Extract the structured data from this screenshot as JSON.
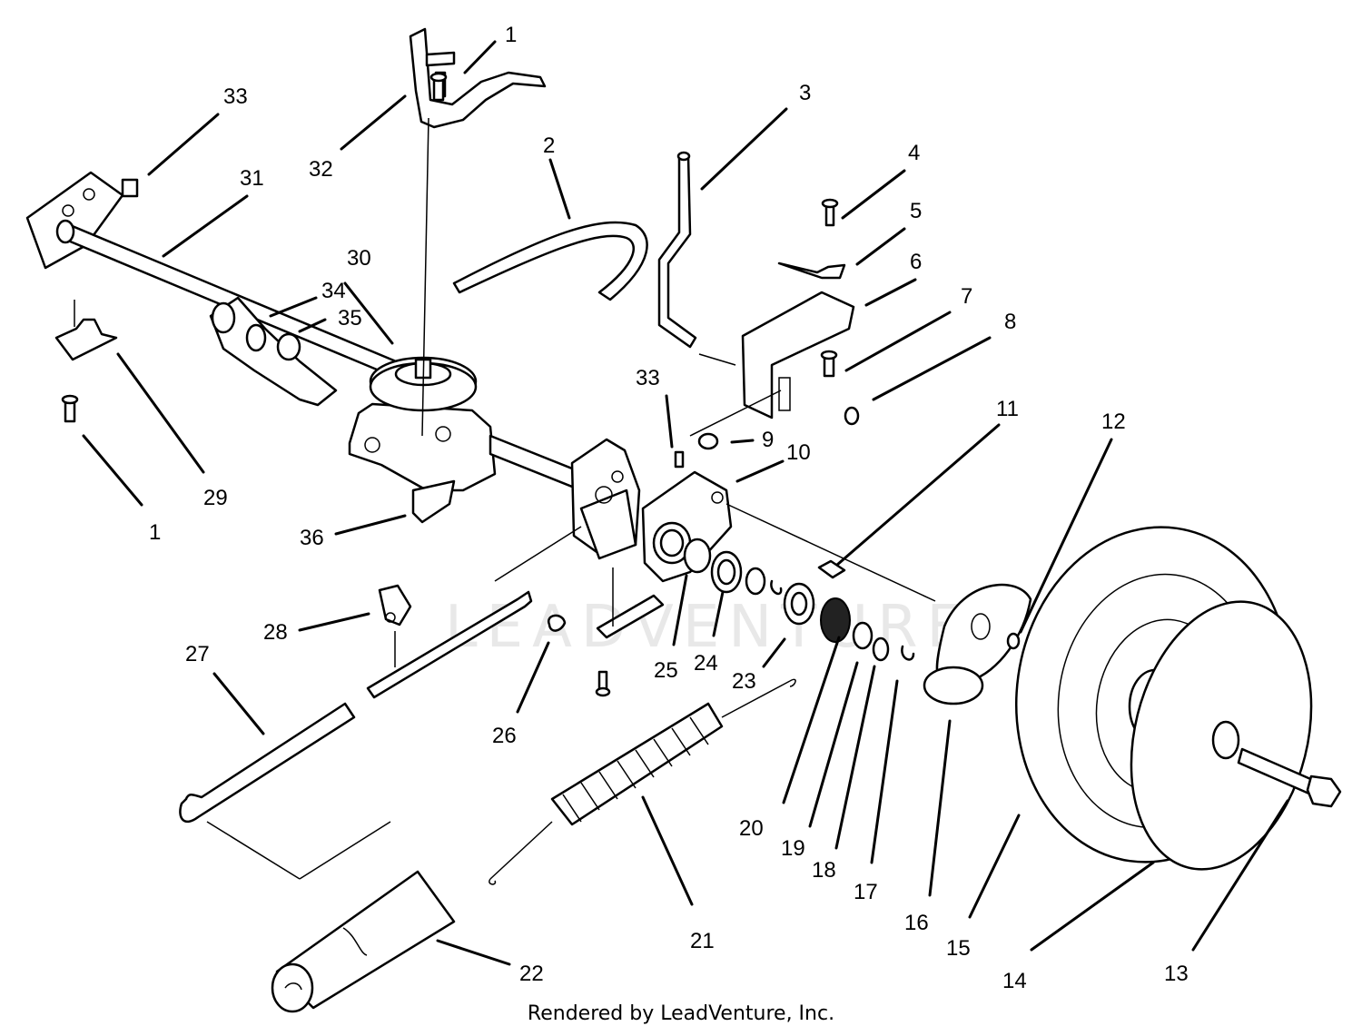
{
  "watermark": "LEADVENTURE",
  "footer": "Rendered by LeadVenture, Inc.",
  "callouts": [
    {
      "id": "c1a",
      "text": "1"
    },
    {
      "id": "c1b",
      "text": "1"
    },
    {
      "id": "c2",
      "text": "2"
    },
    {
      "id": "c3",
      "text": "3"
    },
    {
      "id": "c4",
      "text": "4"
    },
    {
      "id": "c5",
      "text": "5"
    },
    {
      "id": "c6",
      "text": "6"
    },
    {
      "id": "c7",
      "text": "7"
    },
    {
      "id": "c8",
      "text": "8"
    },
    {
      "id": "c9",
      "text": "9"
    },
    {
      "id": "c10",
      "text": "10"
    },
    {
      "id": "c11",
      "text": "11"
    },
    {
      "id": "c12",
      "text": "12"
    },
    {
      "id": "c13",
      "text": "13"
    },
    {
      "id": "c14",
      "text": "14"
    },
    {
      "id": "c15",
      "text": "15"
    },
    {
      "id": "c16",
      "text": "16"
    },
    {
      "id": "c17",
      "text": "17"
    },
    {
      "id": "c18",
      "text": "18"
    },
    {
      "id": "c19",
      "text": "19"
    },
    {
      "id": "c20",
      "text": "20"
    },
    {
      "id": "c21",
      "text": "21"
    },
    {
      "id": "c22",
      "text": "22"
    },
    {
      "id": "c23",
      "text": "23"
    },
    {
      "id": "c24",
      "text": "24"
    },
    {
      "id": "c25",
      "text": "25"
    },
    {
      "id": "c26",
      "text": "26"
    },
    {
      "id": "c27",
      "text": "27"
    },
    {
      "id": "c28",
      "text": "28"
    },
    {
      "id": "c29",
      "text": "29"
    },
    {
      "id": "c30",
      "text": "30"
    },
    {
      "id": "c31",
      "text": "31"
    },
    {
      "id": "c32",
      "text": "32"
    },
    {
      "id": "c33a",
      "text": "33"
    },
    {
      "id": "c33b",
      "text": "33"
    },
    {
      "id": "c34",
      "text": "34"
    },
    {
      "id": "c35",
      "text": "35"
    },
    {
      "id": "c36",
      "text": "36"
    }
  ]
}
